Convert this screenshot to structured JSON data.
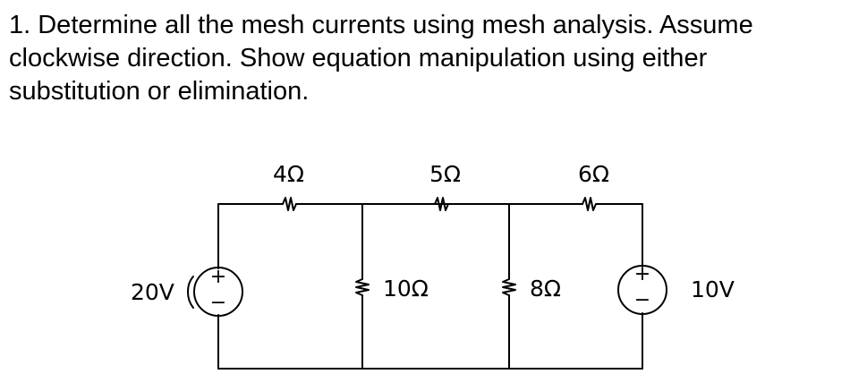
{
  "question": {
    "text": "1. Determine all the mesh currents  using mesh analysis. Assume clockwise direction. Show equation manipulation using either substitution or elimination."
  },
  "circuit": {
    "source_left_label": "20V",
    "source_right_label": "10V",
    "r_top_left_label": "4Ω",
    "r_top_mid_label": "5Ω",
    "r_top_right_label": "6Ω",
    "r_shunt_left_label": "10Ω",
    "r_shunt_right_label": "8Ω",
    "plus_sign": "+",
    "minus_sign": "−"
  }
}
